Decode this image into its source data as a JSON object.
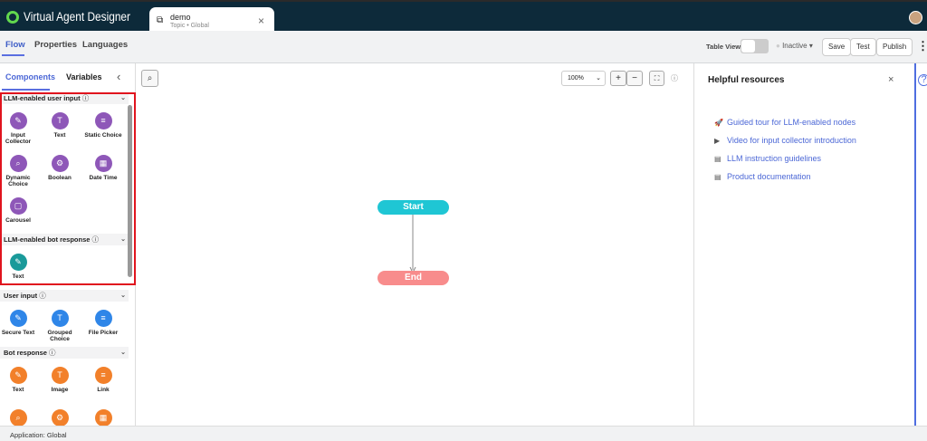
{
  "app": {
    "title": "Virtual Agent Designer"
  },
  "tab": {
    "name": "demo",
    "subtitle": "Topic • Global",
    "close": "×"
  },
  "nav": {
    "flow": "Flow",
    "properties": "Properties",
    "languages": "Languages"
  },
  "toolbar": {
    "table_view": "Table View",
    "table_view_on": false,
    "status": "Inactive",
    "save": "Save",
    "test": "Test",
    "publish": "Publish",
    "more": "⋮"
  },
  "left": {
    "components": "Components",
    "variables": "Variables",
    "collapse": "‹"
  },
  "sections": [
    {
      "title": "LLM-enabled user input",
      "color": "#8e57b8",
      "items": [
        "Input Collector",
        "Text",
        "Static Choice",
        "Dynamic Choice",
        "Boolean",
        "Date Time",
        "Carousel"
      ]
    },
    {
      "title": "LLM-enabled bot response",
      "color": "#1a9a9a",
      "items": [
        "Text"
      ]
    },
    {
      "title": "User input",
      "color": "#2f86e8",
      "items": [
        "Secure Text",
        "Grouped Choice",
        "File Picker"
      ]
    },
    {
      "title": "Bot response",
      "color": "#f2802a",
      "items": [
        "Text",
        "Image",
        "Link",
        "",
        "",
        ""
      ]
    }
  ],
  "canvas": {
    "zoom": "100%",
    "plus": "+",
    "minus": "−",
    "start": "Start",
    "end": "End",
    "start_color": "#1fc6d4",
    "end_color": "#f88c8c"
  },
  "helpful": {
    "title": "Helpful resources",
    "close": "×",
    "links": [
      {
        "icon": "rocket-icon",
        "glyph": "🚀",
        "label": "Guided tour for LLM-enabled nodes"
      },
      {
        "icon": "play-icon",
        "glyph": "▶",
        "label": "Video for input collector introduction"
      },
      {
        "icon": "document-icon",
        "glyph": "▤",
        "label": "LLM instruction guidelines"
      },
      {
        "icon": "document-icon",
        "glyph": "▤",
        "label": "Product documentation"
      }
    ]
  },
  "status": {
    "text": "Application: Global"
  }
}
